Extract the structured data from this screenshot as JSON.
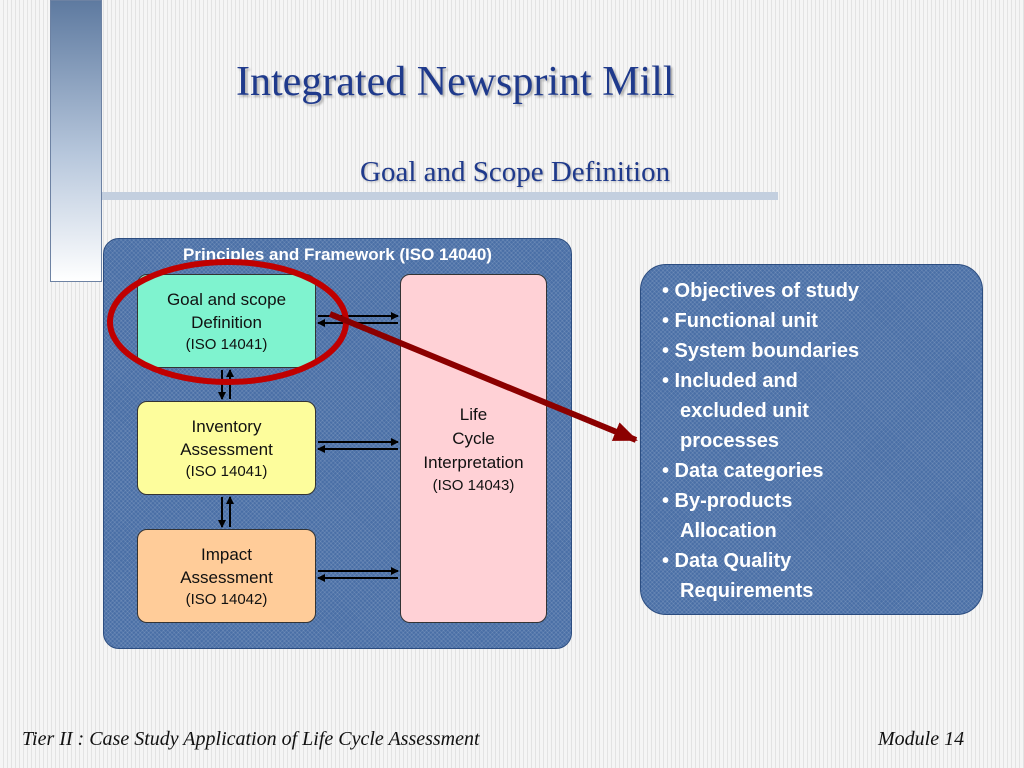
{
  "slide": {
    "title": "Integrated Newsprint Mill",
    "subtitle": "Goal and Scope Definition"
  },
  "framework": {
    "title": "Principles and Framework (ISO 14040)",
    "goal": {
      "line1": "Goal and scope",
      "line2": "Definition",
      "line3": "(ISO 14041)"
    },
    "inventory": {
      "line1": "Inventory",
      "line2": "Assessment",
      "line3": "(ISO 14041)"
    },
    "impact": {
      "line1": "Impact",
      "line2": "Assessment",
      "line3": "(ISO 14042)"
    },
    "interpretation": {
      "line1": "Life",
      "line2": "Cycle",
      "line3": "Interpretation",
      "line4": "(ISO 14043)"
    }
  },
  "scope_items": [
    "• Objectives of study",
    "• Functional unit",
    "• System boundaries",
    "• Included and",
    "excluded unit",
    "processes",
    "• Data categories",
    "• By-products",
    "Allocation",
    "• Data Quality",
    "Requirements"
  ],
  "footer": {
    "left": "Tier II : Case Study Application of Life Cycle Assessment",
    "right": "Module 14"
  },
  "colors": {
    "title": "#1f3a8c",
    "panel": "#4a6fa6",
    "goal_box": "#7ff3cf",
    "inventory_box": "#fdfd9c",
    "impact_box": "#ffcc99",
    "interpretation_box": "#ffd1d6",
    "highlight": "#c00000",
    "pointer_arrow": "#8b0000"
  }
}
